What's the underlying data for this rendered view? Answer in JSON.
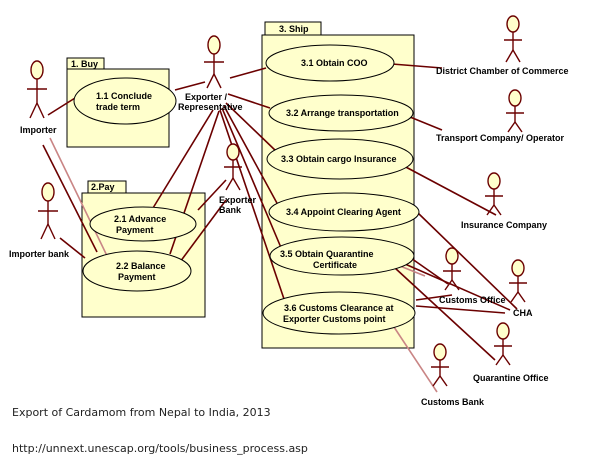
{
  "packages": {
    "buy": "1. Buy",
    "pay": "2.Pay",
    "ship": "3. Ship"
  },
  "use_cases": {
    "uc_1_1": [
      "1.1 Conclude",
      "trade term"
    ],
    "uc_2_1": [
      "2.1 Advance",
      "Payment"
    ],
    "uc_2_2": [
      "2.2 Balance",
      "Payment"
    ],
    "uc_3_1": [
      "3.1 Obtain COO"
    ],
    "uc_3_2": [
      "3.2 Arrange transportation"
    ],
    "uc_3_3": [
      "3.3 Obtain cargo Insurance"
    ],
    "uc_3_4": [
      "3.4 Appoint Clearing Agent"
    ],
    "uc_3_5": [
      "3.5 Obtain Quarantine",
      "Certificate"
    ],
    "uc_3_6": [
      "3.6 Customs Clearance at",
      "Exporter  Customs point"
    ]
  },
  "actors": {
    "importer": "Importer",
    "importer_bank": "Importer bank",
    "exporter": [
      "Exporter /",
      "Representative"
    ],
    "exporter_bank": [
      "Exporter",
      "Bank"
    ],
    "chamber": "District Chamber of Commerce",
    "transport": "Transport Company/ Operator",
    "insurance": "Insurance Company",
    "customs_office": "Customs Office",
    "cha": "CHA",
    "quarantine": "Quarantine Office",
    "customs_bank": "Customs Bank"
  },
  "caption": {
    "title": "Export of Cardamom from Nepal to India, 2013",
    "source": "http://unnext.unescap.org/tools/business_process.asp"
  },
  "colors": {
    "fill": "#ffffcc",
    "link": "#6b0000",
    "link_light": "#c98585"
  }
}
